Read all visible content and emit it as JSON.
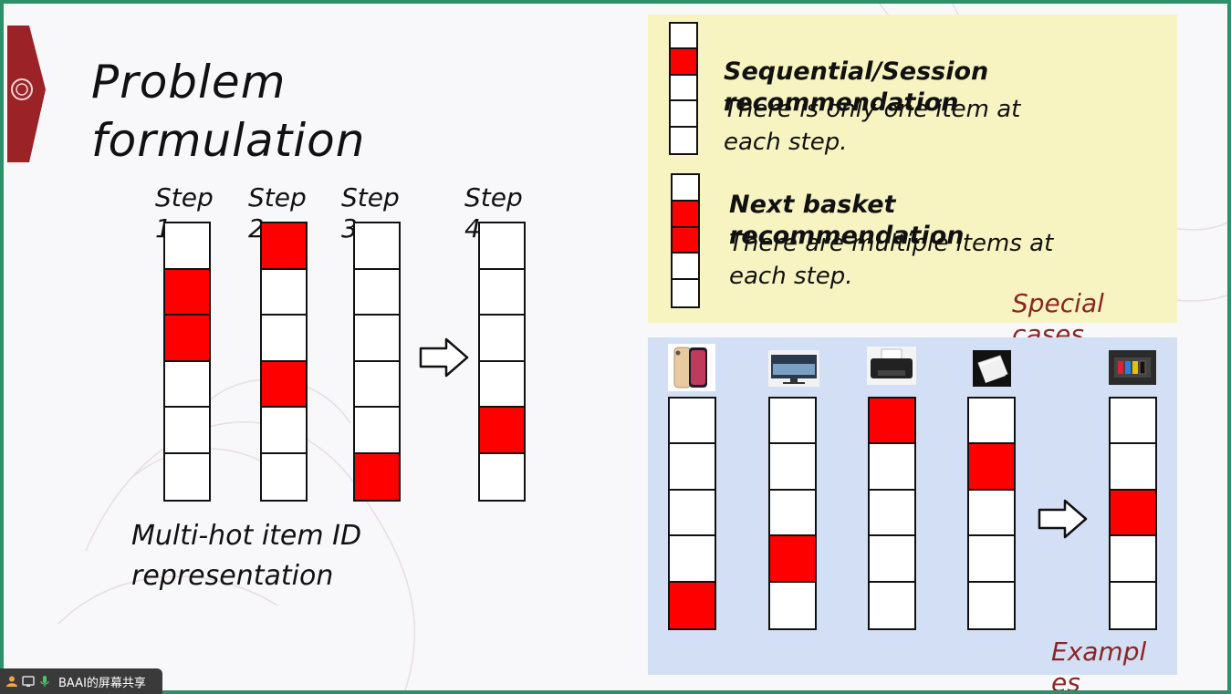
{
  "slide": {
    "title_line1": "Problem",
    "title_line2": "formulation",
    "caption_line1": "Multi-hot item ID",
    "caption_line2": "representation"
  },
  "steps": [
    {
      "label_word": "Step",
      "label_num": "1",
      "active": [
        1,
        2
      ]
    },
    {
      "label_word": "Step",
      "label_num": "2",
      "active": [
        0,
        3
      ]
    },
    {
      "label_word": "Step",
      "label_num": "3",
      "active": [
        5
      ]
    },
    {
      "label_word": "Step",
      "label_num": "4",
      "active": [
        4
      ]
    }
  ],
  "special": {
    "sequential": {
      "heading_line1": "Sequential/Session",
      "heading_line2": "recommendation",
      "desc_line1": "There is only one item at",
      "desc_line2": "each step.",
      "active": [
        1
      ]
    },
    "basket": {
      "heading_line1": "Next basket",
      "heading_line2": "recommendation",
      "desc_line1": "There are multiple items at",
      "desc_line2": "each step.",
      "active": [
        1,
        2
      ]
    },
    "tag_line1": "Special",
    "tag_line2": "cases"
  },
  "examples": {
    "columns": [
      {
        "item": "smartphone",
        "active": [
          4
        ]
      },
      {
        "item": "television",
        "active": [
          3
        ]
      },
      {
        "item": "printer",
        "active": [
          0
        ]
      },
      {
        "item": "paper",
        "active": [
          1
        ]
      },
      {
        "item": "ink-cartridge",
        "active": [
          2
        ]
      }
    ],
    "tag_line1": "Exampl",
    "tag_line2": "es"
  },
  "taskbar": {
    "label": "BAAI的屏幕共享"
  },
  "colors": {
    "active_cell": "#ff0000",
    "yellow_panel": "#f7f4c2",
    "blue_panel": "#d3dff4",
    "accent_text": "#8b2525",
    "frame": "#2f8f6a"
  }
}
